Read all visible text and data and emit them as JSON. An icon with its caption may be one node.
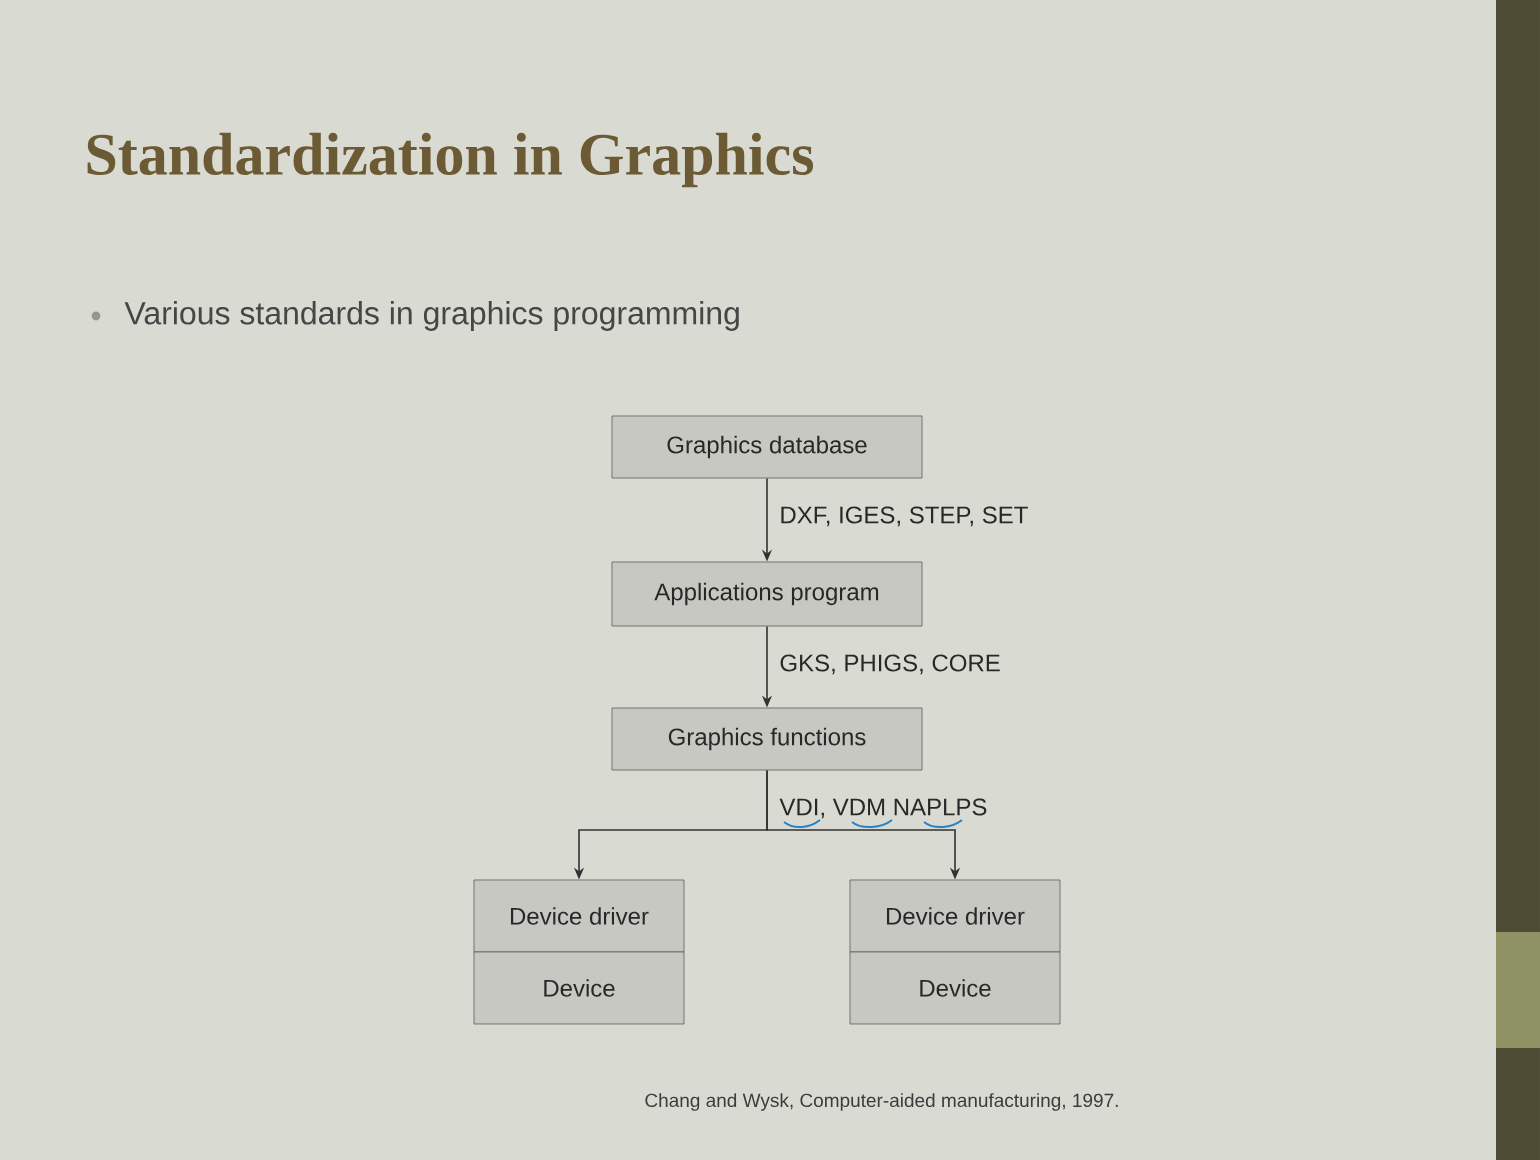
{
  "diagram": {
    "title": "Standardization in Graphics",
    "nodes": [
      {
        "text": [
          "Graphics database"
        ]
      },
      {
        "text": [
          "Applications program"
        ]
      },
      {
        "text": [
          "Graphics functions"
        ]
      },
      {
        "text": [
          "Device driver"
        ]
      },
      {
        "text": [
          "Device"
        ]
      },
      {
        "text": [
          "Device driver"
        ]
      },
      {
        "text": [
          "Device"
        ]
      }
    ],
    "edges": [
      {
        "from": 0,
        "to": 1,
        "arrow": "to",
        "label": "DXF, IGES, STEP, SET"
      },
      {
        "from": 1,
        "to": 2,
        "arrow": "to",
        "label": "GKS, PHIGS, CORE"
      },
      {
        "from": 2,
        "to": 3,
        "arrow": "to",
        "label": "VDI, VDM NAPLPS"
      },
      {
        "from": 2,
        "to": 5,
        "arrow": "to"
      }
    ],
    "labels": [
      "Various standards in graphics programming",
      "Chang and Wysk, Computer-aided manufacturing, 1997."
    ]
  }
}
